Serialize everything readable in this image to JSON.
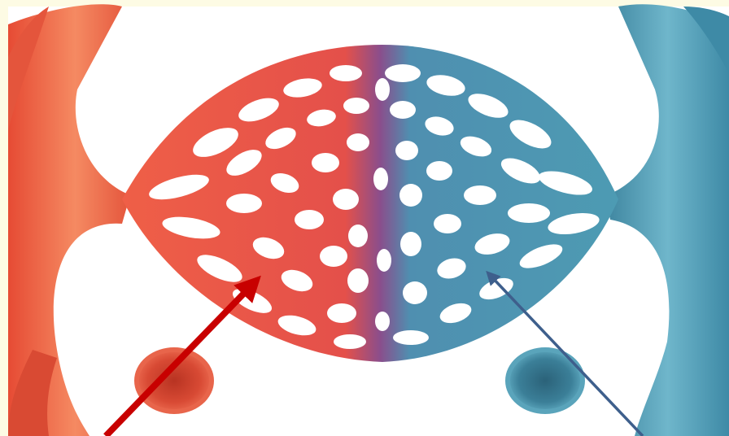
{
  "diagram": {
    "colors": {
      "arterial": "#e8553f",
      "arterial_light": "#f4836a",
      "arterial_dark": "#c63d2c",
      "venous": "#4d9bb3",
      "venous_light": "#7cbdd0",
      "venous_dark": "#2f6f86",
      "transition": "#7a4a8a",
      "arrow_arterial": "#c80000",
      "arrow_venous": "#3e5f8c",
      "page_border": "#fdfbe4"
    },
    "arrows": [
      {
        "name": "arrow-arteriole-side",
        "color_key": "arrow_arterial"
      },
      {
        "name": "arrow-venule-side",
        "color_key": "arrow_venous"
      }
    ]
  }
}
